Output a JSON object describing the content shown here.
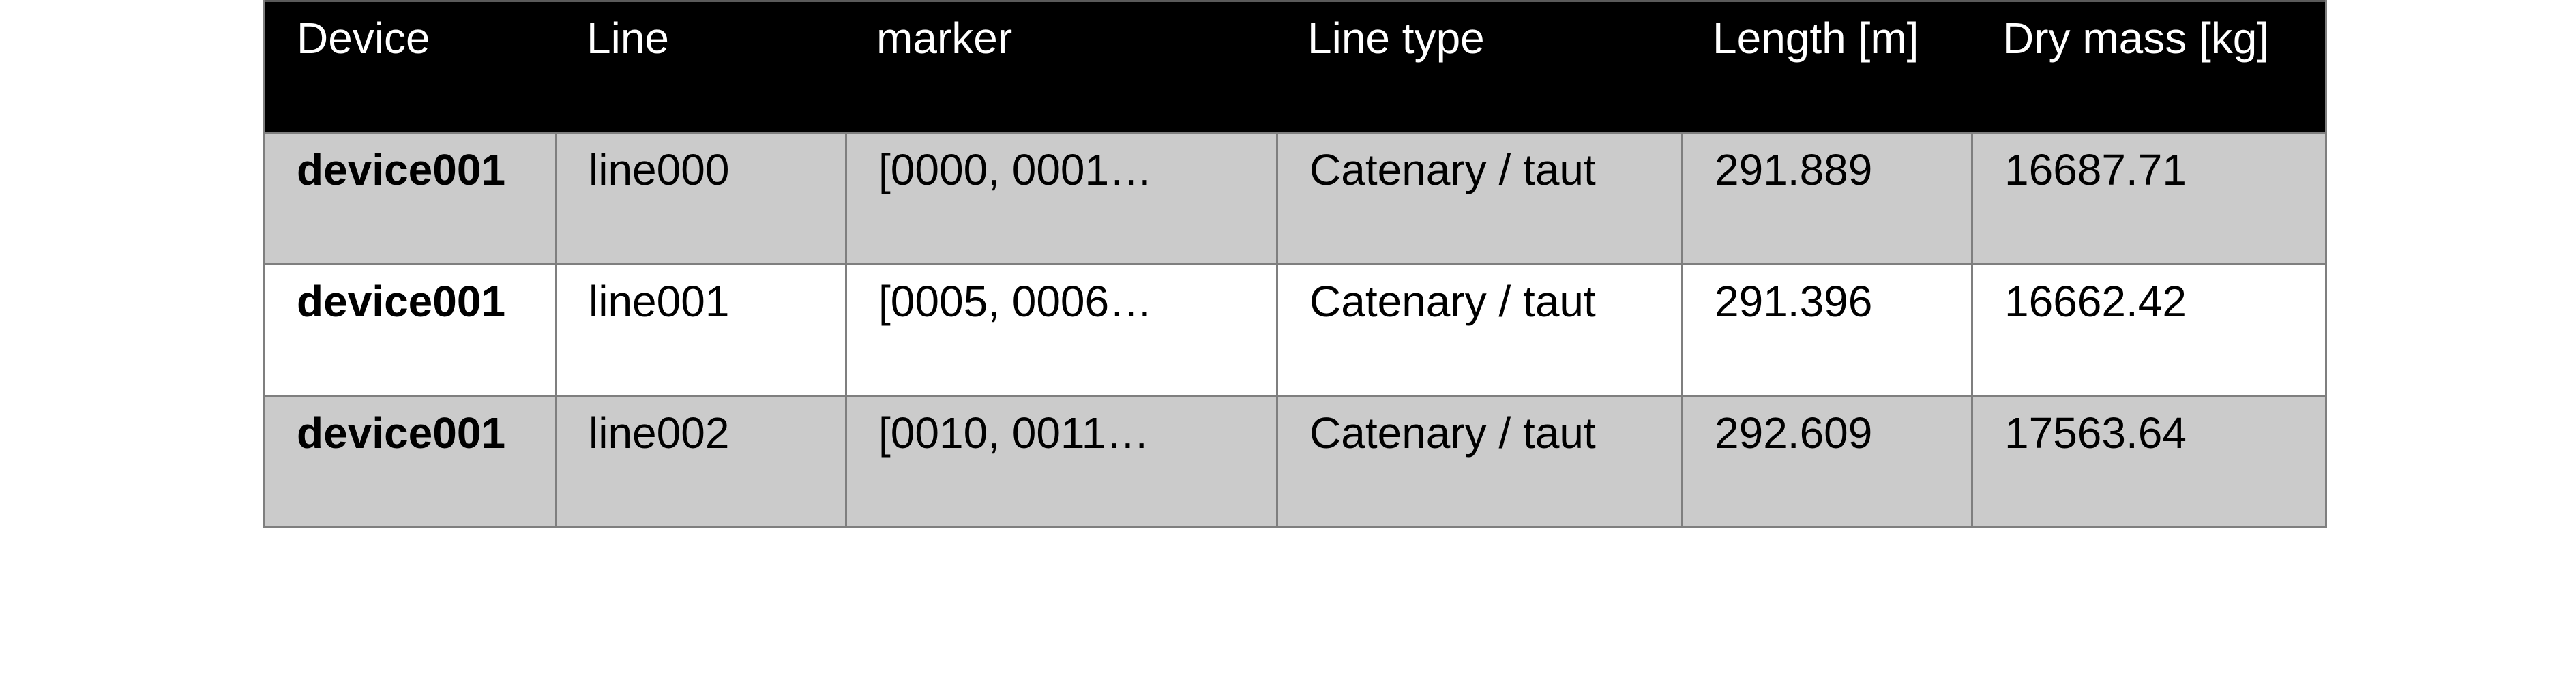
{
  "table": {
    "headers": [
      "Device",
      "Line",
      "marker",
      "Line type",
      "Length [m]",
      "Dry mass [kg]"
    ],
    "rows": [
      [
        "device001",
        "line000",
        "[0000, 0001…",
        "Catenary / taut",
        "291.889",
        "16687.71"
      ],
      [
        "device001",
        "line001",
        "[0005, 0006…",
        "Catenary / taut",
        "291.396",
        "16662.42"
      ],
      [
        "device001",
        "line002",
        "[0010, 0011…",
        "Catenary / taut",
        "292.609",
        "17563.64"
      ]
    ]
  }
}
